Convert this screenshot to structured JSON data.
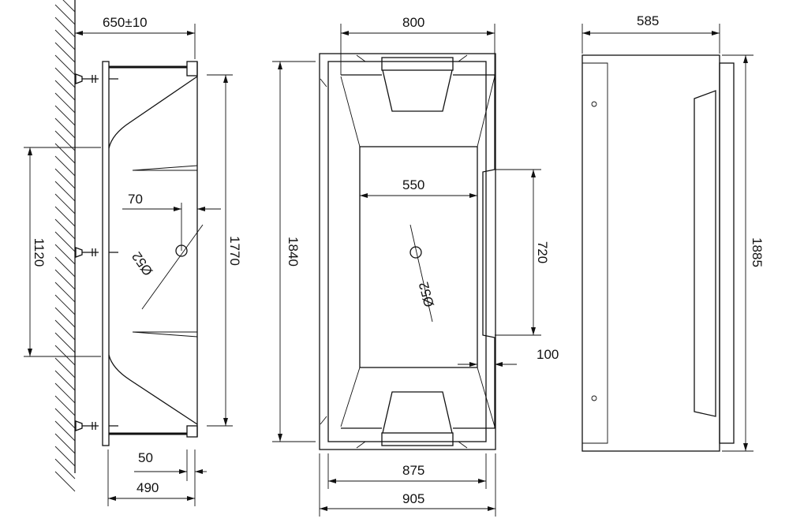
{
  "side_view": {
    "dim_width": "650±10",
    "dim_bracket_spacing": "1120",
    "dim_length": "1770",
    "dim_drain_offset": "70",
    "dim_drain_diameter": "Ø52",
    "dim_rim": "50",
    "dim_depth": "490"
  },
  "top_view": {
    "dim_inner_width": "800",
    "dim_floor_width": "550",
    "dim_length": "1840",
    "dim_step_length": "720",
    "dim_drain_diameter": "Ø52",
    "dim_step_depth": "100",
    "dim_rim_width": "875",
    "dim_overall_width": "905"
  },
  "end_view": {
    "dim_width": "585",
    "dim_length": "1885"
  }
}
